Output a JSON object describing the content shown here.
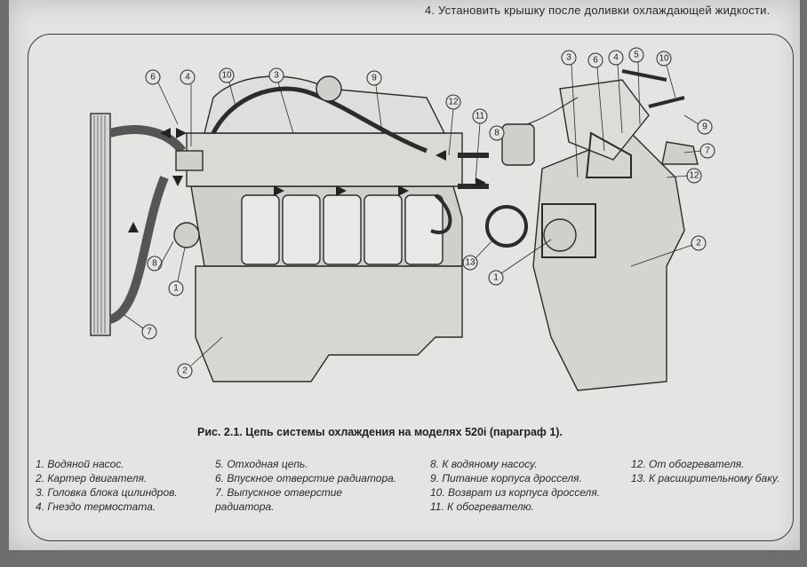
{
  "top_note": "4. Установить крышку после доливки охлаждающей жидкости.",
  "caption": "Рис. 2.1. Цепь системы охлаждения на моделях 520i (параграф 1).",
  "callouts": {
    "n1": "1",
    "n2": "2",
    "n3": "3",
    "n4": "4",
    "n5": "5",
    "n6": "6",
    "n7": "7",
    "n8": "8",
    "n9": "9",
    "n10": "10",
    "n11": "11",
    "n12": "12",
    "n13": "13"
  },
  "legend": {
    "col1": [
      "1. Водяной насос.",
      "2. Картер двигателя.",
      "3. Головка блока цилиндров.",
      "4. Гнездо термостата."
    ],
    "col2": [
      "5. Отходная цепь.",
      "6. Впускное отверстие радиатора.",
      "7. Выпускное отверстие",
      "радиатора."
    ],
    "col3": [
      "8. К водяному насосу.",
      "9. Питание корпуса дросселя.",
      "10. Возврат из корпуса дросселя.",
      "11. К обогревателю."
    ],
    "col4": [
      "12. От обогревателя.",
      "13. К расширительному баку."
    ]
  }
}
